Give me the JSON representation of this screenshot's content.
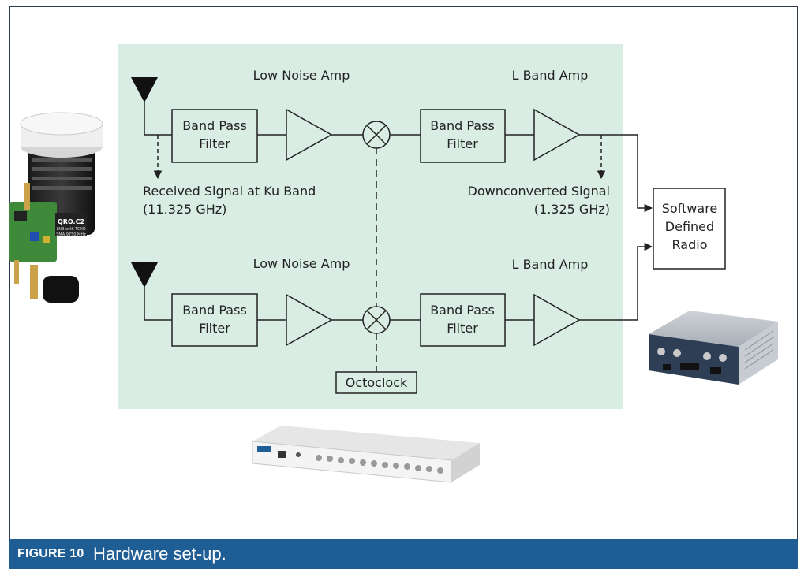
{
  "diagram": {
    "top_chain": {
      "lna_label": "Low Noise Amp",
      "bpf1_line1": "Band Pass",
      "bpf1_line2": "Filter",
      "bpf2_line1": "Band Pass",
      "bpf2_line2": "Filter",
      "lband_label": "L Band Amp",
      "received_line1": "Received Signal at Ku Band",
      "received_line2": "(11.325 GHz)",
      "down_line1": "Downconverted Signal",
      "down_line2": "(1.325 GHz)"
    },
    "bottom_chain": {
      "lna_label": "Low Noise Amp",
      "bpf1_line1": "Band Pass",
      "bpf1_line2": "Filter",
      "bpf2_line1": "Band Pass",
      "bpf2_line2": "Filter",
      "lband_label": "L Band Amp"
    },
    "octoclock_label": "Octoclock",
    "sdr_line1": "Software",
    "sdr_line2": "Defined",
    "sdr_line3": "Radio",
    "lnb_printed_text": [
      "QRO.C2",
      "LNB with TCXO",
      "SMA 9750 MHz"
    ],
    "colors": {
      "panel_bg": "#d9ede4",
      "line": "#222222",
      "caption_bar": "#1f5e94"
    }
  },
  "caption": {
    "label": "FIGURE 10",
    "text": "Hardware set-up."
  }
}
